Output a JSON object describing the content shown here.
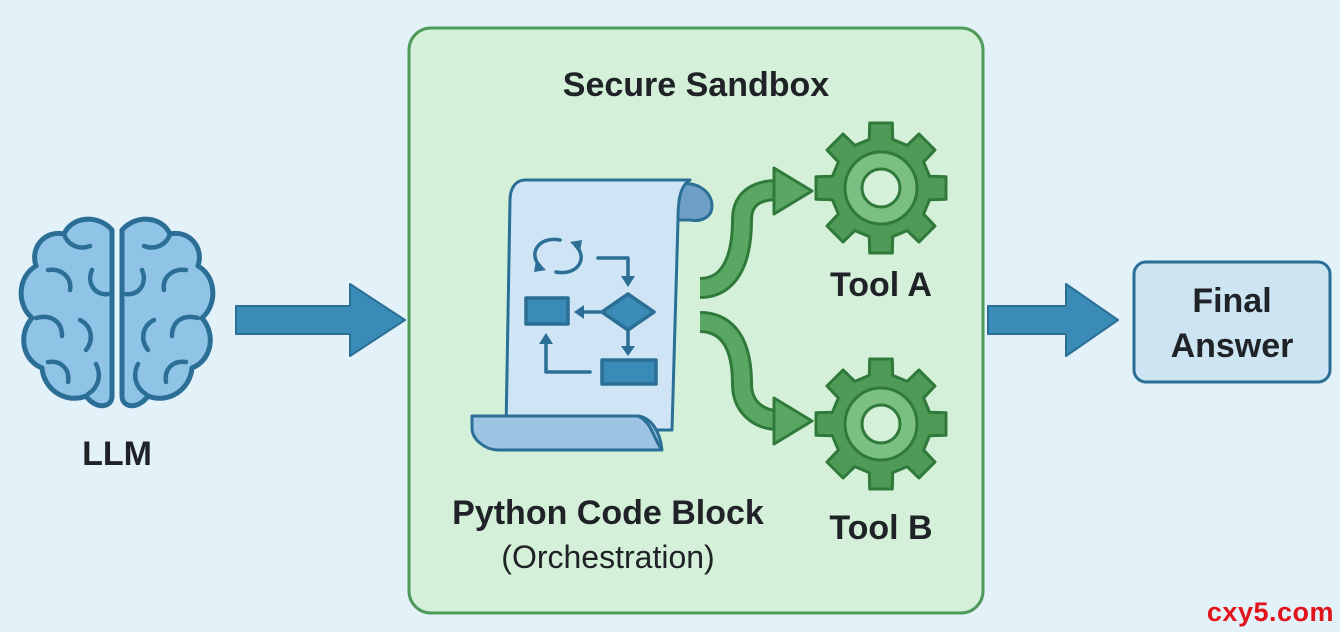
{
  "nodes": {
    "llm": {
      "label": "LLM"
    },
    "sandbox": {
      "title": "Secure Sandbox"
    },
    "code_block": {
      "title": "Python Code Block",
      "subtitle": "(Orchestration)"
    },
    "tool_a": {
      "label": "Tool A"
    },
    "tool_b": {
      "label": "Tool B"
    },
    "final_answer": {
      "line1": "Final",
      "line2": "Answer"
    }
  },
  "edges": [
    {
      "from": "llm",
      "to": "sandbox"
    },
    {
      "from": "code_block",
      "to": "tool_a"
    },
    {
      "from": "code_block",
      "to": "tool_b"
    },
    {
      "from": "sandbox",
      "to": "final_answer"
    }
  ],
  "watermark": "cxy5.com",
  "colors": {
    "background": "#e3f1f9",
    "sandbox_fill": "#d5f0d9",
    "sandbox_border": "#4d9a5a",
    "blue_fill": "#8fc4e6",
    "blue_stroke": "#2b6f96",
    "arrow_blue": "#3b8bb8",
    "gear_green": "#4f9a57",
    "arrow_green": "#4f9a57",
    "final_fill": "#cde4f3",
    "watermark": "#e0141a"
  }
}
